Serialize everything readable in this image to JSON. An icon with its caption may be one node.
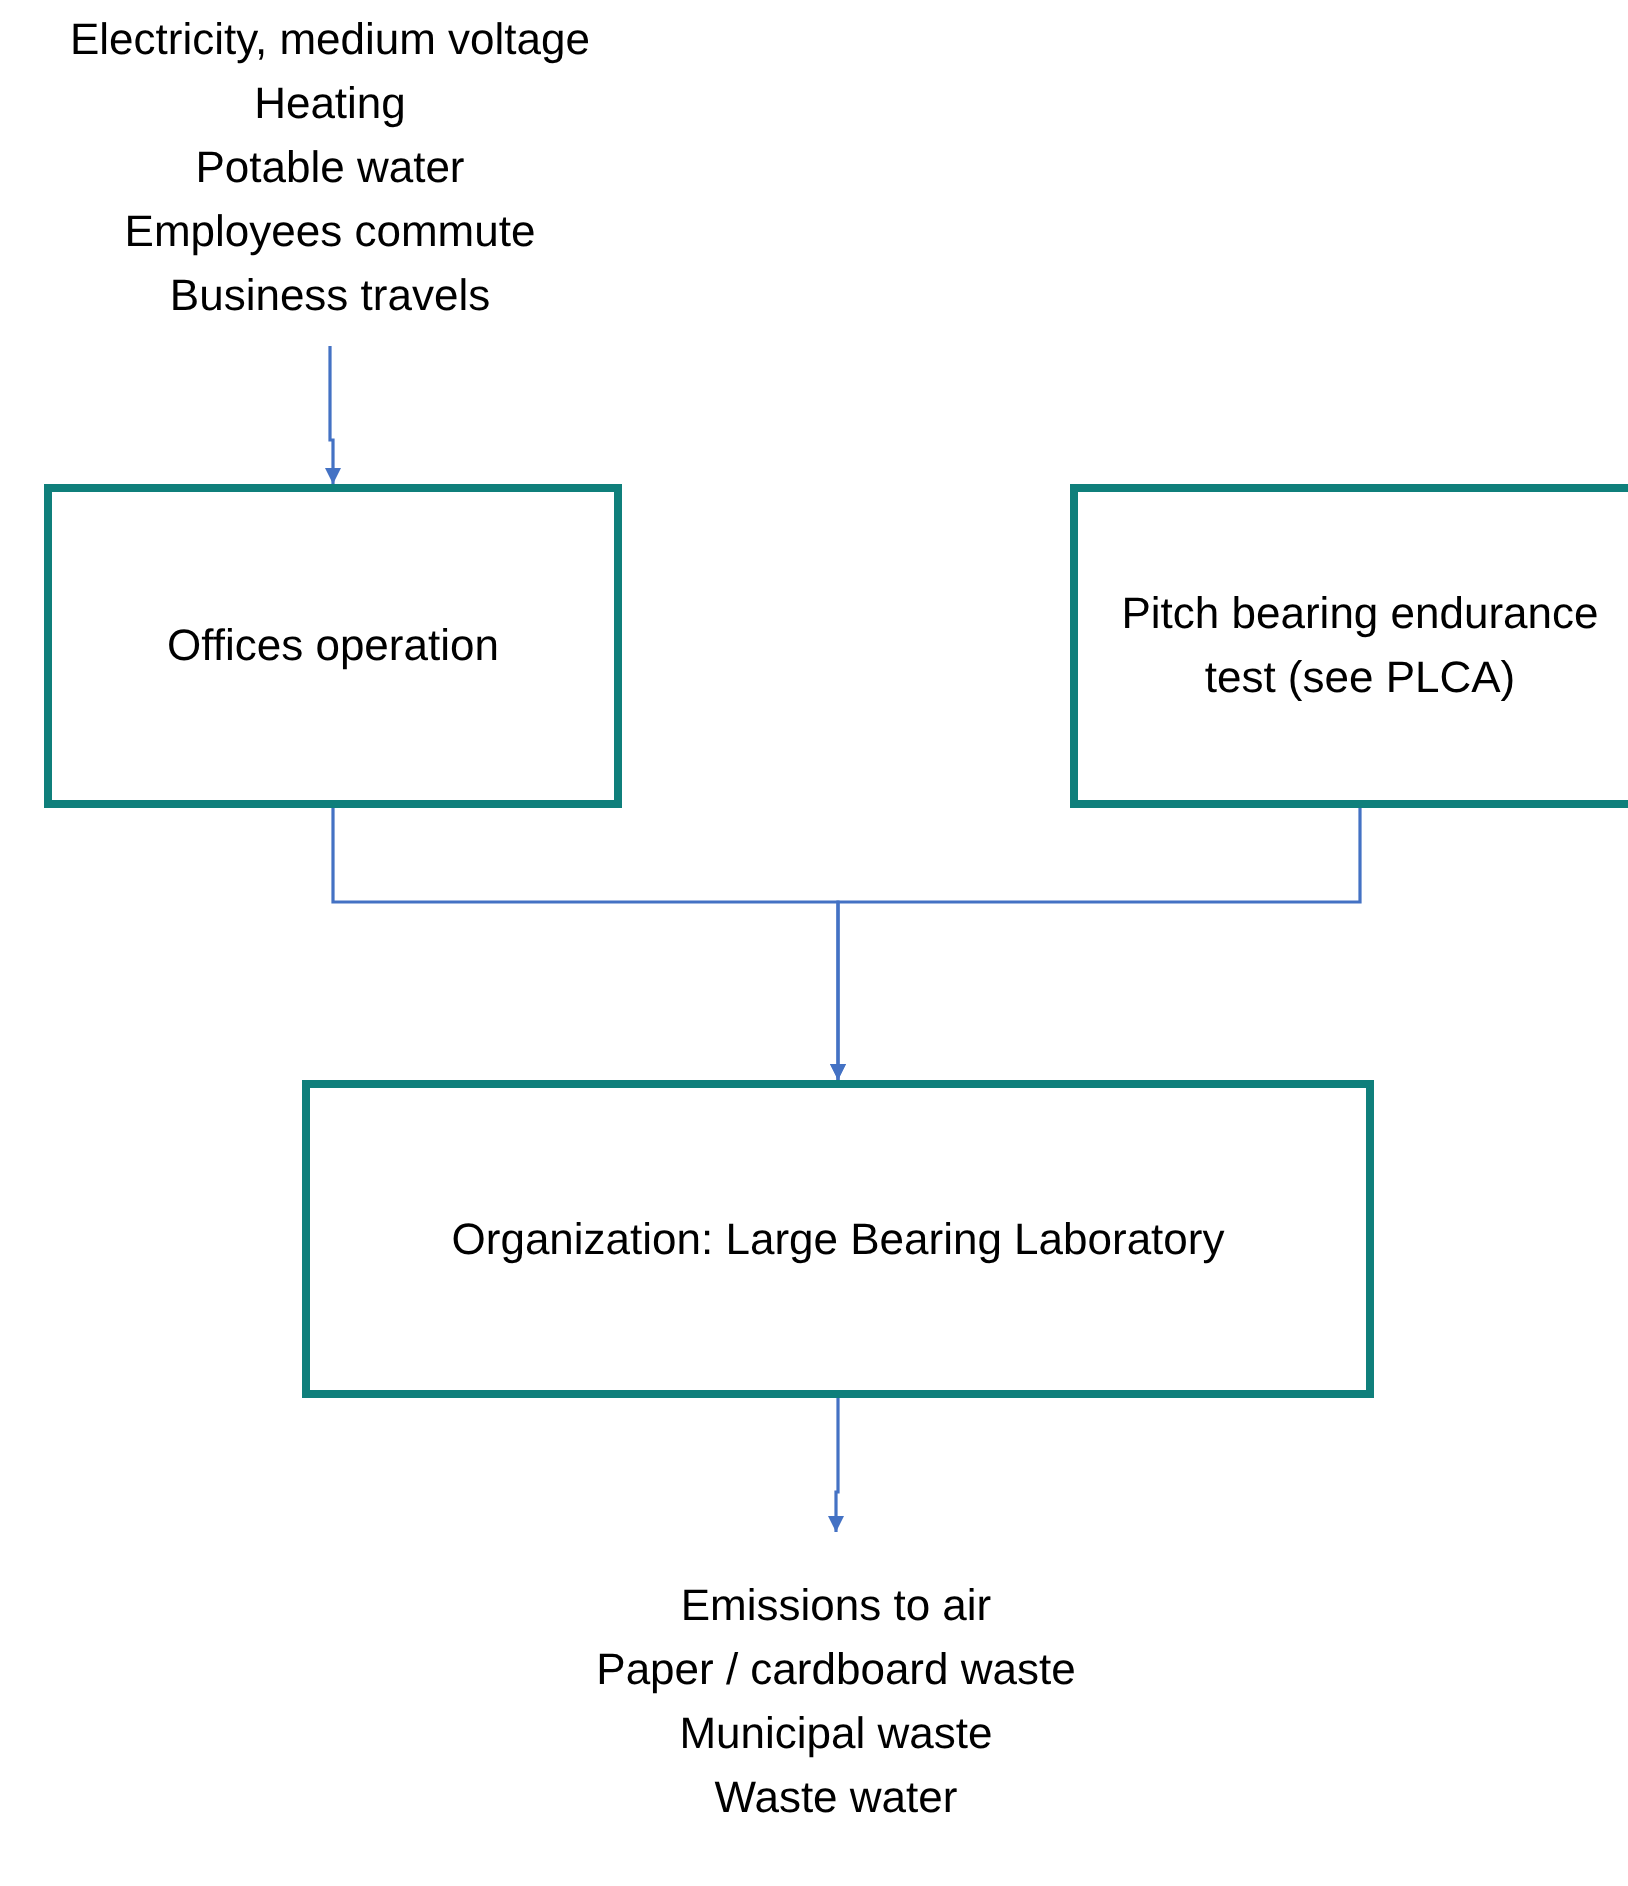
{
  "diagram": {
    "nodes": [
      {
        "text": [
          "Electricity, medium voltage",
          "Heating",
          "Potable water",
          "Employees commute",
          "Business travels"
        ]
      },
      {
        "text": [
          "Offices operation"
        ]
      },
      {
        "text": [
          "Pitch bearing endurance test (see PLCA)"
        ]
      },
      {
        "text": [
          "Organization: Large Bearing Laboratory"
        ]
      },
      {
        "text": [
          "Emissions to air",
          "Paper / cardboard waste",
          "Municipal waste",
          "Waste water"
        ]
      }
    ],
    "edges": [
      {
        "from": 0,
        "to": 1,
        "arrow": "to"
      },
      {
        "from": 1,
        "to": 3,
        "arrow": "to"
      },
      {
        "from": 2,
        "to": 3,
        "arrow": "to"
      },
      {
        "from": 3,
        "to": 4,
        "arrow": "to"
      }
    ]
  }
}
